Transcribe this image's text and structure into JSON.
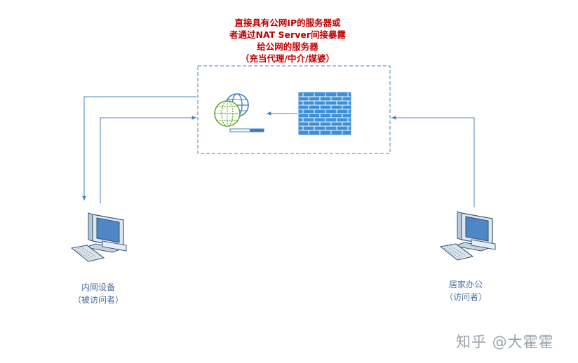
{
  "title": {
    "lines": [
      "直接具有公网IP的服务器或",
      "者通过NAT Server间接暴露",
      "给公网的服务器",
      "（充当代理/中介/媒婆）"
    ]
  },
  "nodes": {
    "left_computer": {
      "name": "内网设备",
      "note": "（被访问者）",
      "icon": "desktop-computer-icon"
    },
    "right_computer": {
      "name": "居家办公",
      "note": "（访问者）",
      "icon": "desktop-computer-icon"
    },
    "server": {
      "icon": "web-server-globe-icon"
    },
    "firewall": {
      "icon": "firewall-brick-wall-icon"
    }
  },
  "watermark": "知乎 @大霍霍",
  "colors": {
    "title": "#c00000",
    "line": "#4a7fb5",
    "label": "#4a6ea0",
    "firewall": "#3d8fd6",
    "globe_green": "#7bbf3f",
    "globe_blue": "#3c7fc1"
  }
}
